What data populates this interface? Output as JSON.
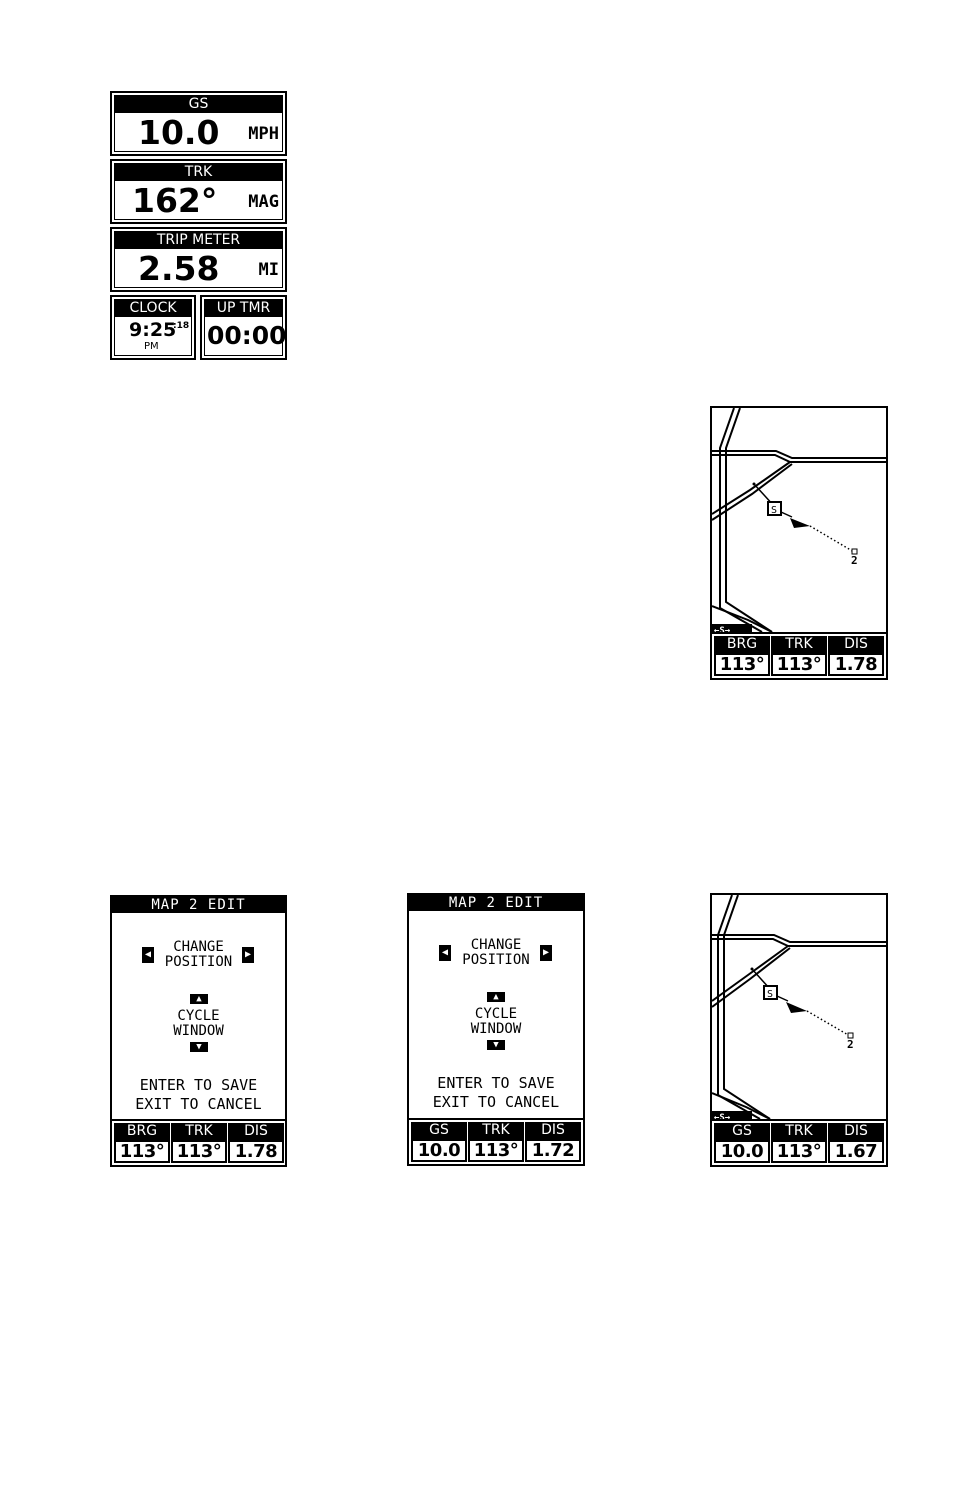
{
  "boxes": [
    {
      "head": "GS",
      "value": "10.0",
      "unit": "MPH"
    },
    {
      "head": "TRK",
      "value": "162°",
      "unit": "MAG"
    },
    {
      "head": "TRIP METER",
      "value": "2.58",
      "unit": "MI"
    }
  ],
  "clock": {
    "head": "CLOCK",
    "time": "9:25",
    "seconds": ":18",
    "ampm": "PM"
  },
  "timer": {
    "head": "UP TMR",
    "value": "00:00"
  },
  "map_top": {
    "scale": "←S→",
    "waypoint_start": "S",
    "waypoint_end": "2",
    "fields": [
      {
        "head": "BRG",
        "value": "113°"
      },
      {
        "head": "TRK",
        "value": "113°"
      },
      {
        "head": "DIS",
        "value": "1.78"
      }
    ]
  },
  "edit1": {
    "title": "MAP 2 EDIT",
    "change_1": "CHANGE",
    "change_2": "POSITION",
    "cycle_1": "CYCLE",
    "cycle_2": "WINDOW",
    "enter": "ENTER TO SAVE",
    "exit": "EXIT TO CANCEL",
    "fields": [
      {
        "head": "BRG",
        "value": "113°"
      },
      {
        "head": "TRK",
        "value": "113°"
      },
      {
        "head": "DIS",
        "value": "1.78"
      }
    ]
  },
  "edit2": {
    "title": "MAP 2 EDIT",
    "change_1": "CHANGE",
    "change_2": "POSITION",
    "cycle_1": "CYCLE",
    "cycle_2": "WINDOW",
    "enter": "ENTER TO SAVE",
    "exit": "EXIT TO CANCEL",
    "fields": [
      {
        "head": "GS",
        "value": "10.0"
      },
      {
        "head": "TRK",
        "value": "113°"
      },
      {
        "head": "DIS",
        "value": "1.72"
      }
    ]
  },
  "map_bottom": {
    "scale": "←S→",
    "waypoint_start": "S",
    "waypoint_end": "2",
    "fields": [
      {
        "head": "GS",
        "value": "10.0"
      },
      {
        "head": "TRK",
        "value": "113°"
      },
      {
        "head": "DIS",
        "value": "1.67"
      }
    ]
  }
}
